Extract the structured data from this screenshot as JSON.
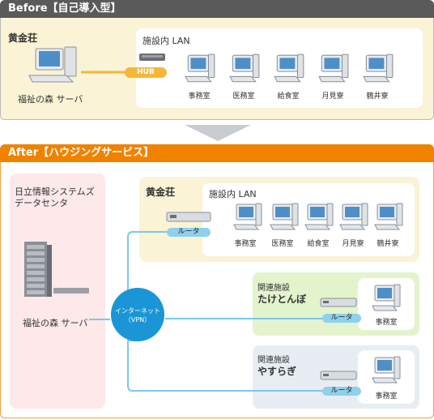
{
  "before": {
    "header": "Before【自己導入型】",
    "site_name": "黄金荘",
    "server_label": "福祉の森 サーバ",
    "lan_label": "施設内 LAN",
    "hub_label": "HUB",
    "pcs": [
      "事務室",
      "医務室",
      "給食室",
      "月見寮",
      "鶴井寮"
    ]
  },
  "after": {
    "header": "After【ハウジングサービス】",
    "datacenter_label": "日立情報システムズ\nデータセンタ",
    "server_label": "福祉の森 サーバ",
    "internet_label": "インターネット\n（VPN）",
    "main_site": {
      "name": "黄金荘",
      "lan_label": "施設内 LAN",
      "router_label": "ルータ",
      "pcs": [
        "事務室",
        "医務室",
        "給食室",
        "月見寮",
        "鶴井寮"
      ]
    },
    "site2": {
      "caption": "関連施設",
      "name": "たけとんぼ",
      "router_label": "ルータ",
      "pc": "事務室"
    },
    "site3": {
      "caption": "関連施設",
      "name": "やすらぎ",
      "router_label": "ルータ",
      "pc": "事務室"
    }
  },
  "colors": {
    "before_header": "#5a5a5a",
    "after_header": "#f08200",
    "before_bg": "#fbf3d6",
    "datacenter_bg": "#fde8ea",
    "site2_bg": "#e3f3cc",
    "site3_bg": "#e8edf3",
    "link_line": "#7cc8ea",
    "internet_circle": "#1a96d6"
  }
}
